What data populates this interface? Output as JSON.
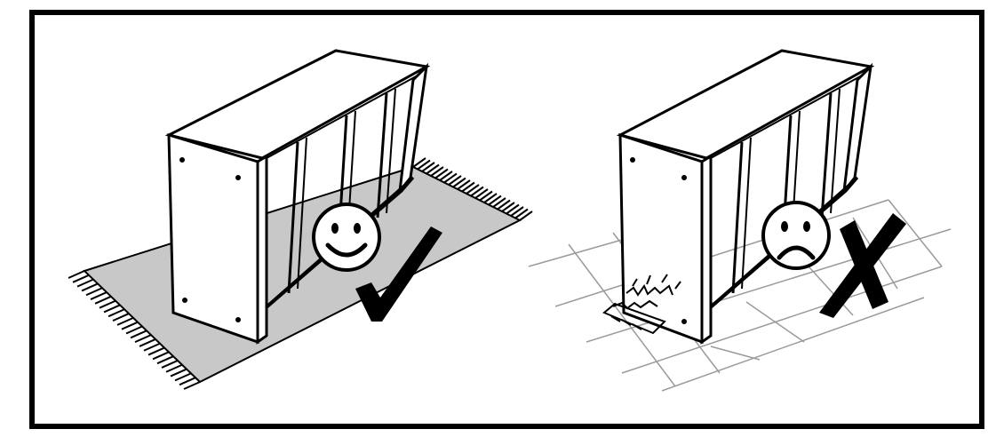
{
  "diagram": {
    "panels": [
      {
        "id": "correct",
        "surface": "rug",
        "face": "smile",
        "mark": "checkmark"
      },
      {
        "id": "incorrect",
        "surface": "hard-tile-floor",
        "face": "frown",
        "mark": "x-cross",
        "damage": "scratches"
      }
    ],
    "colors": {
      "ink": "#000000",
      "rug": "#c8c8c8",
      "grid": "#9a9a9a",
      "paper": "#ffffff"
    }
  }
}
